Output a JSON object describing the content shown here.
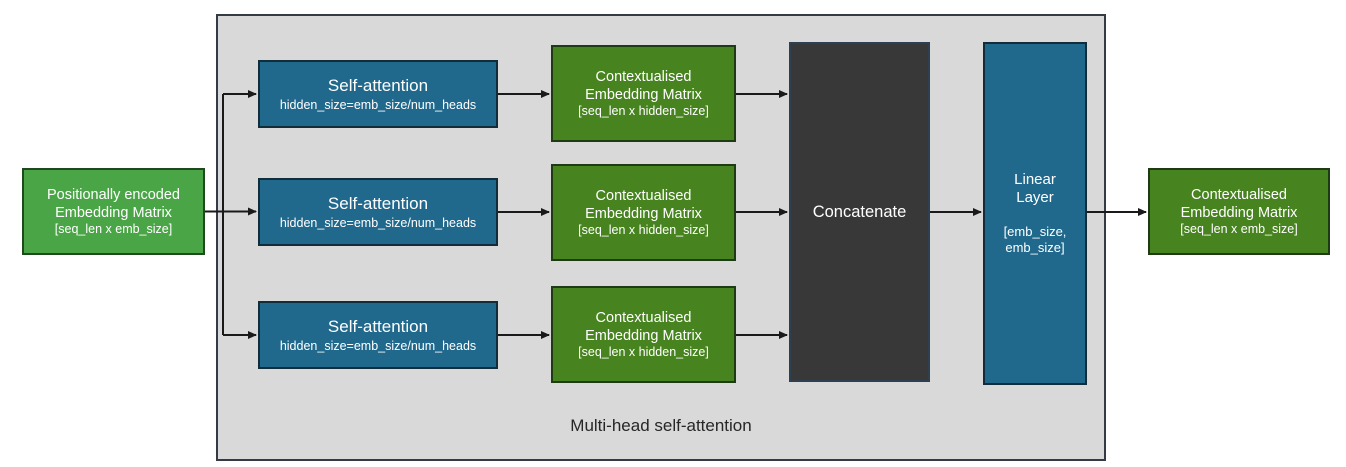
{
  "diagram": {
    "caption": "Multi-head self-attention",
    "input_box": {
      "line1": "Positionally encoded",
      "line2": "Embedding Matrix",
      "dims": "[seq_len x emb_size]"
    },
    "heads": [
      {
        "attention": {
          "title": "Self-attention",
          "subtitle": "hidden_size=emb_size/num_heads"
        },
        "output": {
          "line1": "Contextualised",
          "line2": "Embedding Matrix",
          "dims": "[seq_len x hidden_size]"
        }
      },
      {
        "attention": {
          "title": "Self-attention",
          "subtitle": "hidden_size=emb_size/num_heads"
        },
        "output": {
          "line1": "Contextualised",
          "line2": "Embedding Matrix",
          "dims": "[seq_len x hidden_size]"
        }
      },
      {
        "attention": {
          "title": "Self-attention",
          "subtitle": "hidden_size=emb_size/num_heads"
        },
        "output": {
          "line1": "Contextualised",
          "line2": "Embedding Matrix",
          "dims": "[seq_len x hidden_size]"
        }
      }
    ],
    "concatenate_label": "Concatenate",
    "linear": {
      "line1": "Linear",
      "line2": "Layer",
      "dims1": "[emb_size,",
      "dims2": "emb_size]"
    },
    "output_box": {
      "line1": "Contextualised",
      "line2": "Embedding Matrix",
      "dims": "[seq_len x emb_size]"
    }
  },
  "colors": {
    "page_bg": "#ffffff",
    "container_bg": "#d9d9d9",
    "container_border": "#333b44",
    "blue": "#20688c",
    "blue_border": "#122d3a",
    "green_input": "#4aa546",
    "green_input_border": "#1f4a1e",
    "green_dark": "#47831f",
    "green_dark_border": "#1e3b14",
    "concat_bg": "#383838",
    "concat_border": "#2e4050",
    "arrow": "#1a1a1a",
    "text_light": "#ffffff",
    "text_dark": "#262626"
  }
}
